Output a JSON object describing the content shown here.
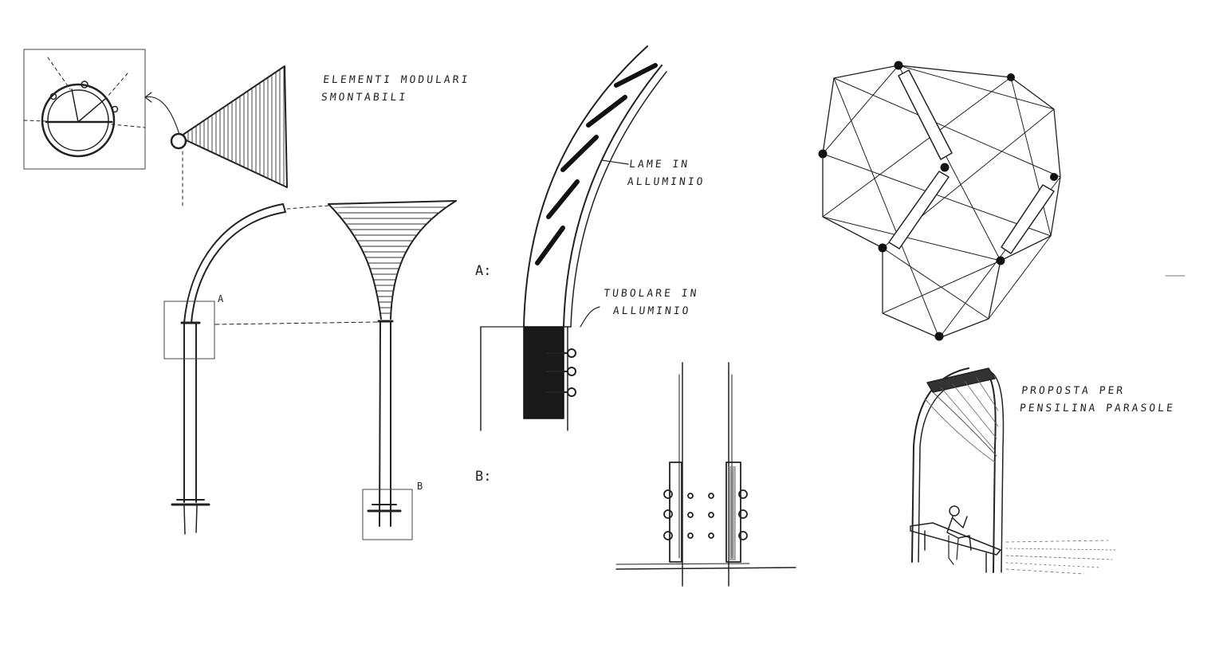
{
  "notes": {
    "modular_line1": "ELEMENTI MODULARI",
    "modular_line2": "SMONTABILI",
    "blades_line1": "LAME IN",
    "blades_line2": "ALLUMINIO",
    "tube_line1": "TUBOLARE IN",
    "tube_line2": "ALLUMINIO",
    "proposal_line1": "PROPOSTA PER",
    "proposal_line2": "PENSILINA PARASOLE"
  },
  "detail_labels": {
    "a_small": "A",
    "b_small": "B",
    "a_detail": "A:",
    "b_detail": "B:"
  },
  "colors": {
    "ink": "#222222",
    "paper": "#ffffff"
  }
}
